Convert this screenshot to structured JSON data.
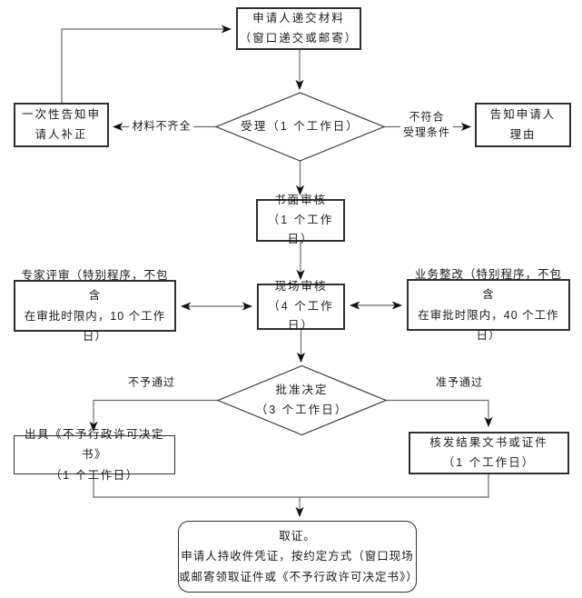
{
  "diagram": {
    "type": "flowchart",
    "nodes": {
      "submit": {
        "line1": "申请人递交材料",
        "line2": "（窗口递交或邮寄）"
      },
      "accept": {
        "line1": "受理（1 个工作日）"
      },
      "notify_correct": {
        "line1": "一次性告知申",
        "line2": "请人补正"
      },
      "notify_reason": {
        "line1": "告知申请人",
        "line2": "理由"
      },
      "written_review": {
        "line1": "书面审核",
        "line2": "（1 个工作日）"
      },
      "expert_review": {
        "line1": "专家评审（特别程序，不包含",
        "line2": "在审批时限内，10 个工作日）"
      },
      "onsite_review": {
        "line1": "现场审核",
        "line2": "（4 个工作日）"
      },
      "rectification": {
        "line1": "业务整改（特别程序，不包含",
        "line2": "在审批时限内，40 个工作日）"
      },
      "decision": {
        "line1": "批准决定",
        "line2": "（3 个工作日）"
      },
      "deny_document": {
        "line1": "出具《不予行政许可决定书》",
        "line2": "（1 个工作日）"
      },
      "issue_certificate": {
        "line1": "核发结果文书或证件",
        "line2": "（1 个工作日）"
      },
      "obtain_certificate": {
        "line1": "取证。",
        "line2": "申请人持收件凭证，按约定方式（窗口现场",
        "line3": "或邮寄领取证件或《不予行政许可决定书》）"
      }
    },
    "edge_labels": {
      "incomplete_materials": "材料不齐全",
      "not_qualified_line1": "不符合",
      "not_qualified_line2": "受理条件",
      "rejected": "不予通过",
      "approved": "准予通过"
    },
    "colors": {
      "line": "#6b6b6b",
      "arrow": "#111111",
      "border": "#2f2f2f",
      "text": "#1a1a1a",
      "background": "#ffffff"
    }
  }
}
